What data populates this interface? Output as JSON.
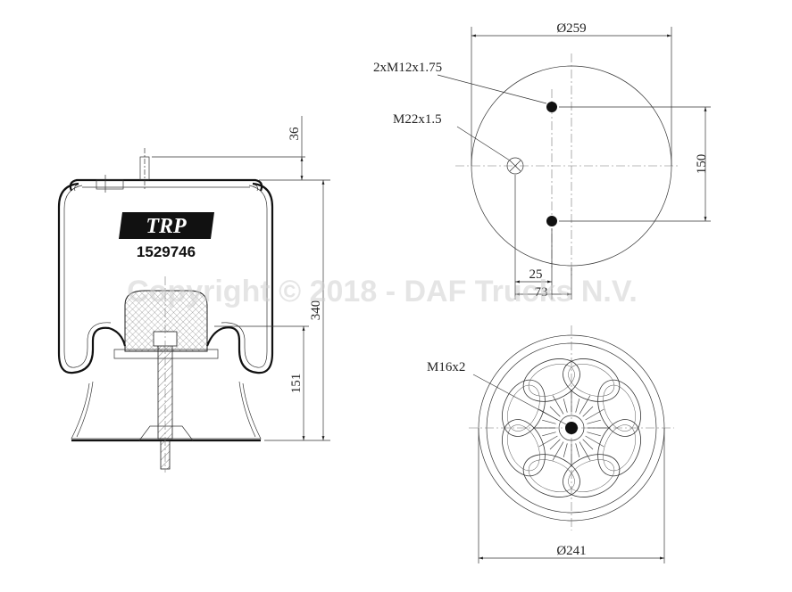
{
  "part_number": "1529746",
  "logo_text": "TRP",
  "watermark": "Copyright © 2018 - DAF Trucks N.V.",
  "dimensions": {
    "stud_height": "36",
    "total_height": "340",
    "lower_height": "151",
    "top_diameter": "Ø259",
    "bolt_spacing": "150",
    "offset_25": "25",
    "offset_73": "73",
    "bottom_diameter": "Ø241"
  },
  "threads": {
    "studs": "2xM12x1.75",
    "air_inlet": "M22x1.5",
    "bottom_bolt": "M16x2"
  }
}
